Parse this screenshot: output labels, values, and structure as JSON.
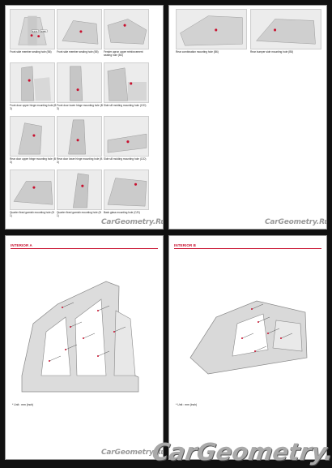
{
  "page1": {
    "captions": [
      "Front side member sealing hole (B6)",
      "Front side member sealing hole (B5)",
      "Fender apron upper reinforcement sealing hole (B4)",
      "Front door upper hinge mounting hole (B 3)",
      "Front door lower hinge mounting hole (B 3)",
      "Side sill molding mounting hole (C/D)",
      "Rear door upper hinge mounting hole (B 3)",
      "Rear door lower hinge mounting hole (B 3)",
      "Side sill molding mounting hole (C/D)",
      "Quarter fixed garnish mounting hole (B 1)",
      "Quarter fixed garnish mounting hole (B 1)",
      "Back glass mounting hole (C/D)"
    ],
    "callouts": [
      "A (LH)",
      "A (RH)"
    ],
    "watermark": "CarGeometry.Ru"
  },
  "page2": {
    "captions": [
      "Rear combination mounting hole (B6)",
      "Rear bumper side mounting hole (B5)"
    ],
    "watermark": "CarGeometry.Ru"
  },
  "page3": {
    "section_title": "INTERIOR A",
    "unit_note": "* Unit : mm (inch)",
    "watermark": "CarGeometry.Ru"
  },
  "page4": {
    "section_title": "INTERIOR B",
    "unit_note": "* Unit : mm (inch)"
  },
  "footer_watermark": "CarGeometry.Ru"
}
